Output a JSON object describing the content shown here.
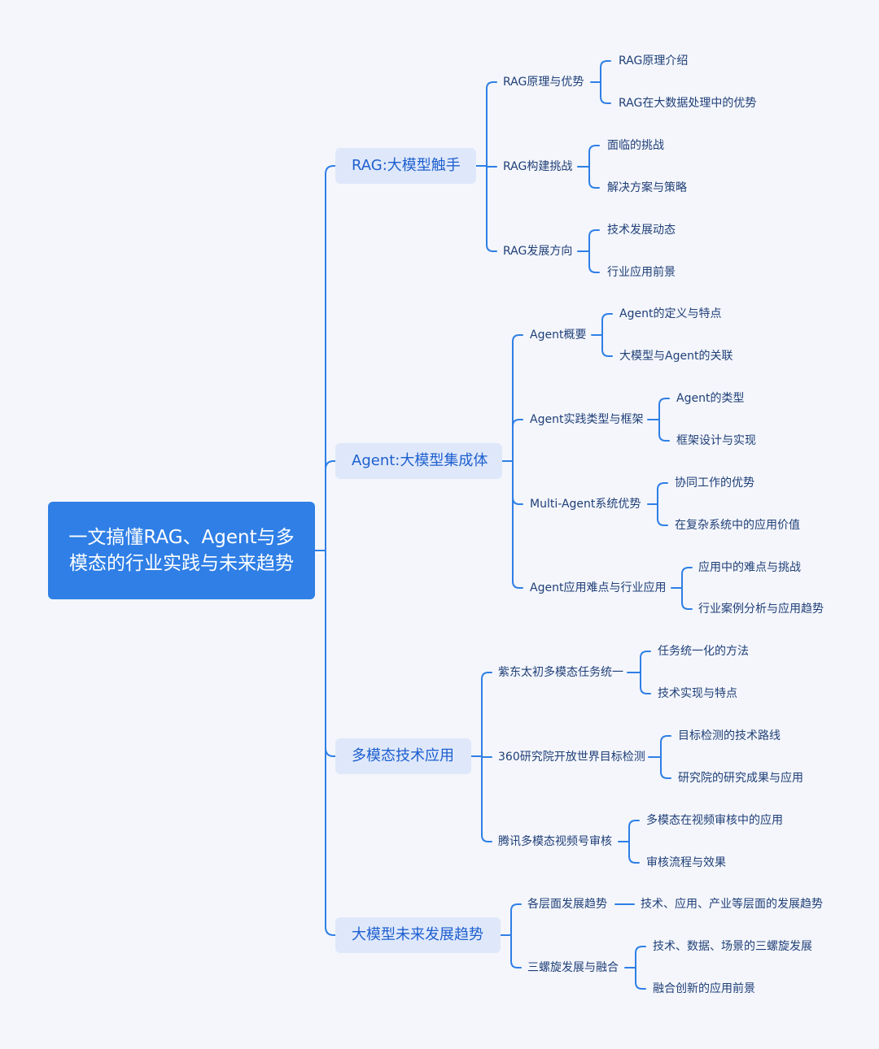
{
  "colors": {
    "background": "#f4f6fb",
    "root": "#2f7fe6",
    "branch_bg": "#dfe8fa",
    "branch_text": "#1d5fcf",
    "line": "#2f7fe6",
    "text": "#1f3f78"
  },
  "root": {
    "title": "一文搞懂RAG、Agent与多模态的行业实践与未来趋势"
  },
  "branches": [
    {
      "label": "RAG:大模型触手",
      "children": [
        {
          "label": "RAG原理与优势",
          "children": [
            "RAG原理介绍",
            "RAG在大数据处理中的优势"
          ]
        },
        {
          "label": "RAG构建挑战",
          "children": [
            "面临的挑战",
            "解决方案与策略"
          ]
        },
        {
          "label": "RAG发展方向",
          "children": [
            "技术发展动态",
            "行业应用前景"
          ]
        }
      ]
    },
    {
      "label": "Agent:大模型集成体",
      "children": [
        {
          "label": "Agent概要",
          "children": [
            "Agent的定义与特点",
            "大模型与Agent的关联"
          ]
        },
        {
          "label": "Agent实践类型与框架",
          "children": [
            "Agent的类型",
            "框架设计与实现"
          ]
        },
        {
          "label": "Multi-Agent系统优势",
          "children": [
            "协同工作的优势",
            "在复杂系统中的应用价值"
          ]
        },
        {
          "label": "Agent应用难点与行业应用",
          "children": [
            "应用中的难点与挑战",
            "行业案例分析与应用趋势"
          ]
        }
      ]
    },
    {
      "label": "多模态技术应用",
      "children": [
        {
          "label": "紫东太初多模态任务统一",
          "children": [
            "任务统一化的方法",
            "技术实现与特点"
          ]
        },
        {
          "label": "360研究院开放世界目标检测",
          "children": [
            "目标检测的技术路线",
            "研究院的研究成果与应用"
          ]
        },
        {
          "label": "腾讯多模态视频号审核",
          "children": [
            "多模态在视频审核中的应用",
            "审核流程与效果"
          ]
        }
      ]
    },
    {
      "label": "大模型未来发展趋势",
      "children": [
        {
          "label": "各层面发展趋势",
          "children": [
            "技术、应用、产业等层面的发展趋势"
          ]
        },
        {
          "label": "三螺旋发展与融合",
          "children": [
            "技术、数据、场景的三螺旋发展",
            "融合创新的应用前景"
          ]
        }
      ]
    }
  ]
}
